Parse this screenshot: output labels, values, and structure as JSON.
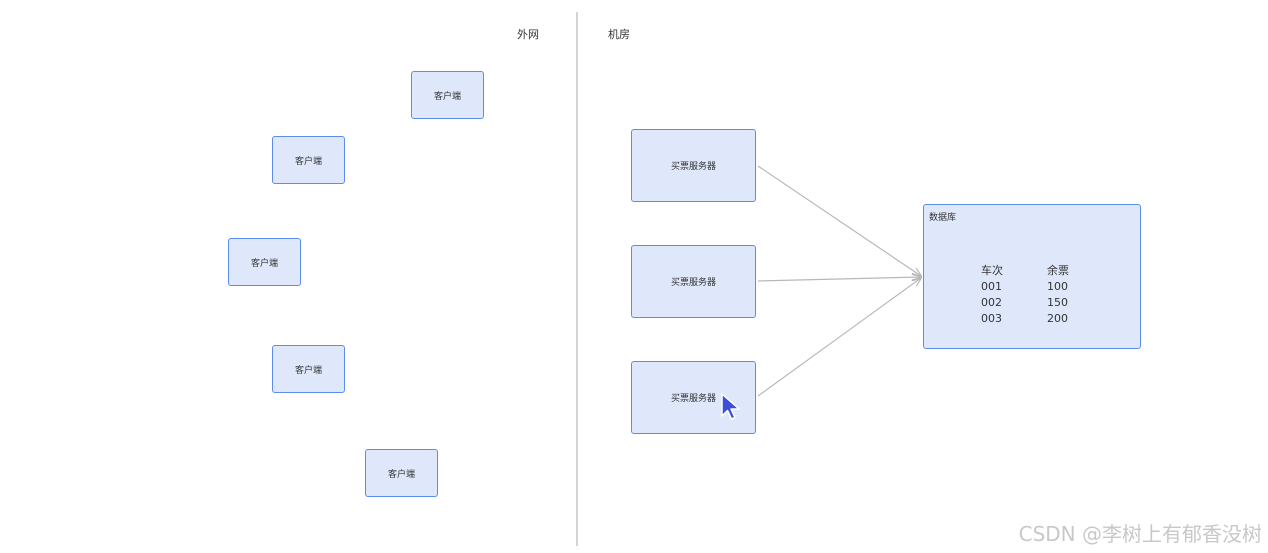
{
  "zones": {
    "external": "外网",
    "datacenter": "机房"
  },
  "clients": [
    {
      "label": "客户端"
    },
    {
      "label": "客户端"
    },
    {
      "label": "客户端"
    },
    {
      "label": "客户端"
    },
    {
      "label": "客户端"
    }
  ],
  "servers": [
    {
      "label": "买票服务器"
    },
    {
      "label": "买票服务器"
    },
    {
      "label": "买票服务器"
    }
  ],
  "database": {
    "title": "数据库",
    "columns": [
      "车次",
      "余票"
    ],
    "rows": [
      [
        "001",
        "100"
      ],
      [
        "002",
        "150"
      ],
      [
        "003",
        "200"
      ]
    ]
  },
  "watermark": "CSDN @李树上有郁香没树",
  "colors": {
    "node_fill": "#dfe8fb",
    "node_border": "#5b8def",
    "connector": "#b8b8b8",
    "divider": "#d4d4d4",
    "cursor": "#3b4fd8"
  },
  "icons": {
    "pointer": "mouse-pointer-icon"
  }
}
